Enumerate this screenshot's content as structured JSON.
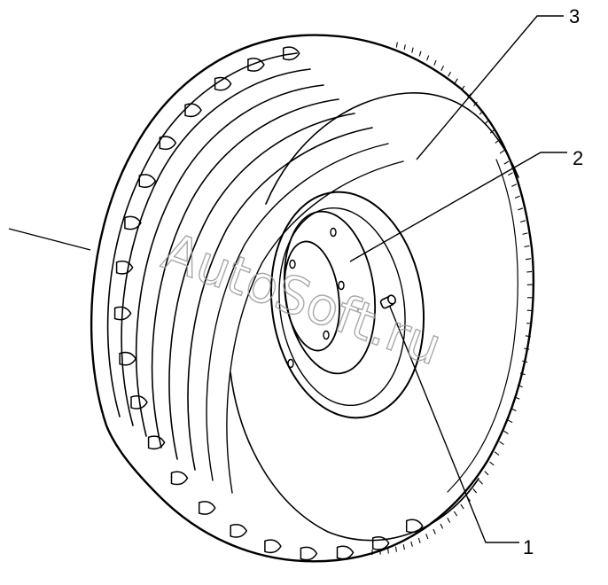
{
  "drawing": {
    "type": "exploded parts diagram",
    "subject": "wheel-and-tire",
    "line_color": "#000000",
    "background": "#ffffff"
  },
  "callouts": [
    {
      "id": "1",
      "label": "1",
      "part": "tire-valve"
    },
    {
      "id": "2",
      "label": "2",
      "part": "wheel-rim-disc"
    },
    {
      "id": "3",
      "label": "3",
      "part": "tire"
    }
  ],
  "watermark": {
    "text": "AutoSoft.ru",
    "color": "#9a9a9a"
  }
}
